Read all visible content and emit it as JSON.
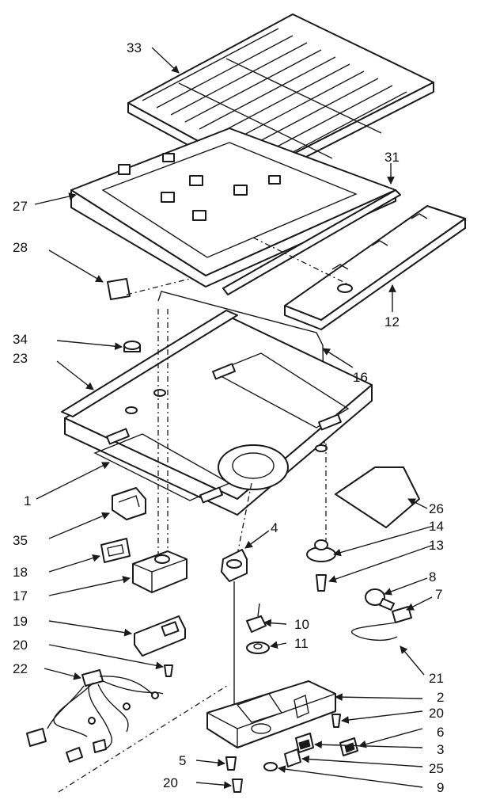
{
  "callouts": {
    "c33": "33",
    "c31": "31",
    "c27": "27",
    "c28": "28",
    "c12": "12",
    "c34": "34",
    "c23": "23",
    "c16": "16",
    "c1": "1",
    "c26": "26",
    "c35": "35",
    "c4": "4",
    "c14": "14",
    "c13": "13",
    "c18": "18",
    "c17": "17",
    "c8": "8",
    "c7": "7",
    "c19": "19",
    "c10": "10",
    "c11": "11",
    "c20a": "20",
    "c21": "21",
    "c22": "22",
    "c2": "2",
    "c20b": "20",
    "c6": "6",
    "c3": "3",
    "c5": "5",
    "c25": "25",
    "c20c": "20",
    "c9": "9"
  },
  "colors": {
    "ink": "#1a1a1a",
    "paper": "#ffffff"
  }
}
